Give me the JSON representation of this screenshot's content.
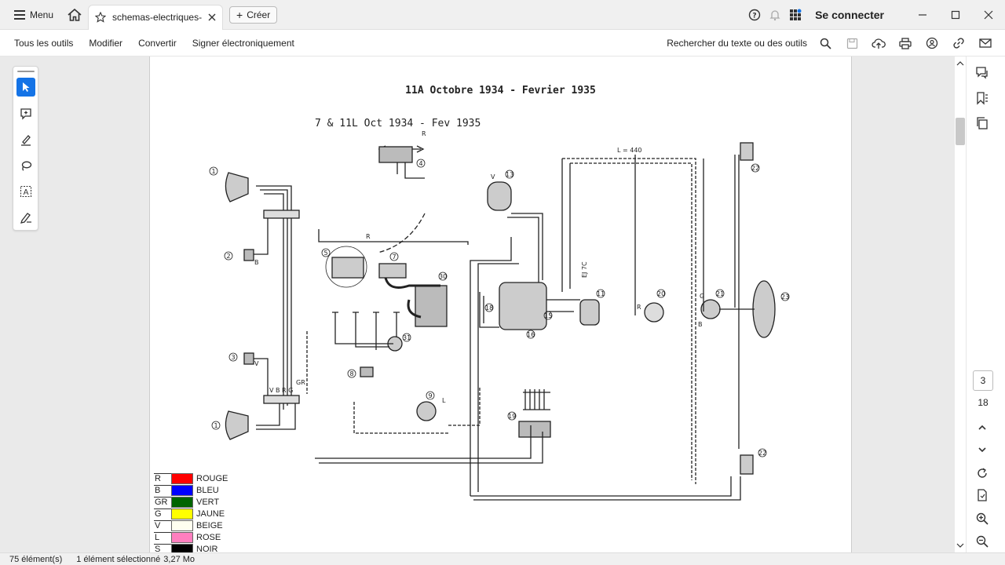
{
  "titlebar": {
    "menu_label": "Menu",
    "tab_title": "schemas-electriques-...",
    "create_label": "Créer",
    "signin_label": "Se connecter"
  },
  "toolbar": {
    "items": [
      "Tous les outils",
      "Modifier",
      "Convertir",
      "Signer électroniquement"
    ],
    "search_label": "Rechercher du texte ou des outils"
  },
  "document": {
    "title": "11A Octobre 1934 - Fevrier 1935",
    "subtitle": "7 & 11L Oct 1934 - Fev 1935",
    "diagram_labels": {
      "r_top": "R",
      "l_top": "L",
      "l440": "L = 440",
      "r_mid": "R",
      "ej7c": "EJ 7C",
      "v_label": "V",
      "b_label": "B",
      "gr_label": "GR",
      "g_label": "G",
      "v2": "V",
      "b2": "B",
      "r2": "R",
      "l2": "L",
      "vbrg": "V B R G"
    },
    "component_numbers": [
      "1",
      "2",
      "3",
      "1",
      "4",
      "5",
      "7",
      "30",
      "31",
      "8",
      "9",
      "19",
      "13",
      "18",
      "15",
      "16",
      "11",
      "20",
      "21",
      "22",
      "23",
      "22"
    ],
    "legend": [
      {
        "code": "R",
        "color": "#ff0000",
        "name": "ROUGE"
      },
      {
        "code": "B",
        "color": "#0000ff",
        "name": "BLEU"
      },
      {
        "code": "GR",
        "color": "#006400",
        "name": "VERT"
      },
      {
        "code": "G",
        "color": "#ffff00",
        "name": "JAUNE"
      },
      {
        "code": "V",
        "color": "#fffff0",
        "name": "BEIGE"
      },
      {
        "code": "L",
        "color": "#ff7fbf",
        "name": "ROSE"
      },
      {
        "code": "S",
        "color": "#000000",
        "name": "NOIR"
      }
    ]
  },
  "pager": {
    "current": "3",
    "total": "18"
  },
  "statusbar": {
    "count": "75 élément(s)",
    "selected": "1 élément sélectionné",
    "size": "3,27 Mo"
  },
  "colors": {
    "accent": "#1473e6",
    "notify_dot": "#1473e6"
  }
}
